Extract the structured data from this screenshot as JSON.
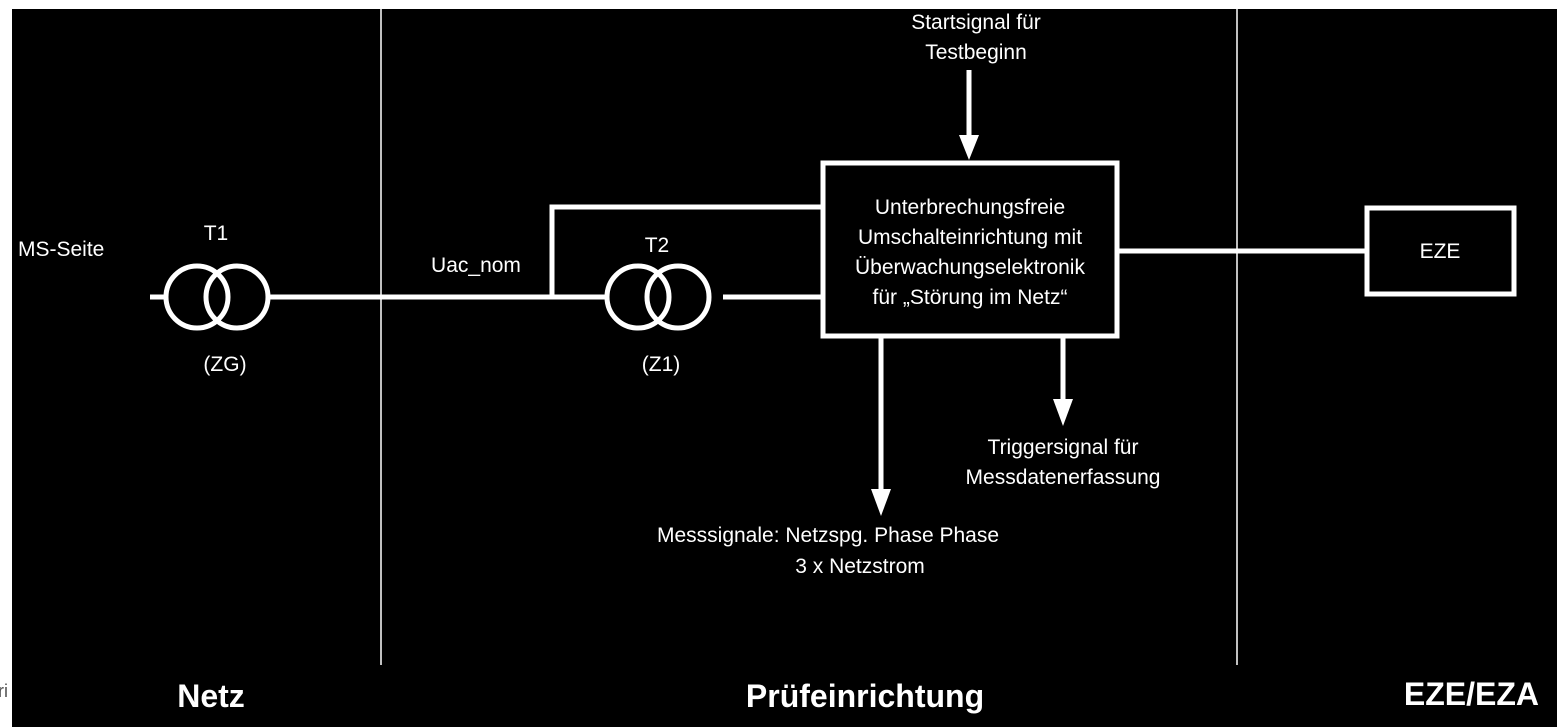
{
  "labels": {
    "ms_side": "MS-Seite",
    "t1": "T1",
    "zg": "(ZG)",
    "uac_nom": "Uac_nom",
    "t2": "T2",
    "z1": "(Z1)",
    "start_signal": [
      "Startsignal für",
      "Testbeginn"
    ],
    "switch_box": [
      "Unterbrechungsfreie",
      "Umschalteinrichtung mit",
      "Überwachungselektronik",
      "für „Störung im Netz“"
    ],
    "eze": "EZE",
    "trigger_signal": [
      "Triggersignal für",
      "Messdatenerfassung"
    ],
    "measurement_signals": [
      "Messsignale: Netzspg. Phase Phase",
      "3 x Netzstrom"
    ]
  },
  "zones": {
    "netz": "Netz",
    "pruef": "Prüfeinrichtung",
    "eze_eza": "EZE/EZA"
  },
  "edge_fragment": "ri",
  "colors": {
    "background": "#000000",
    "foreground": "#ffffff",
    "page": "#ffffff"
  }
}
